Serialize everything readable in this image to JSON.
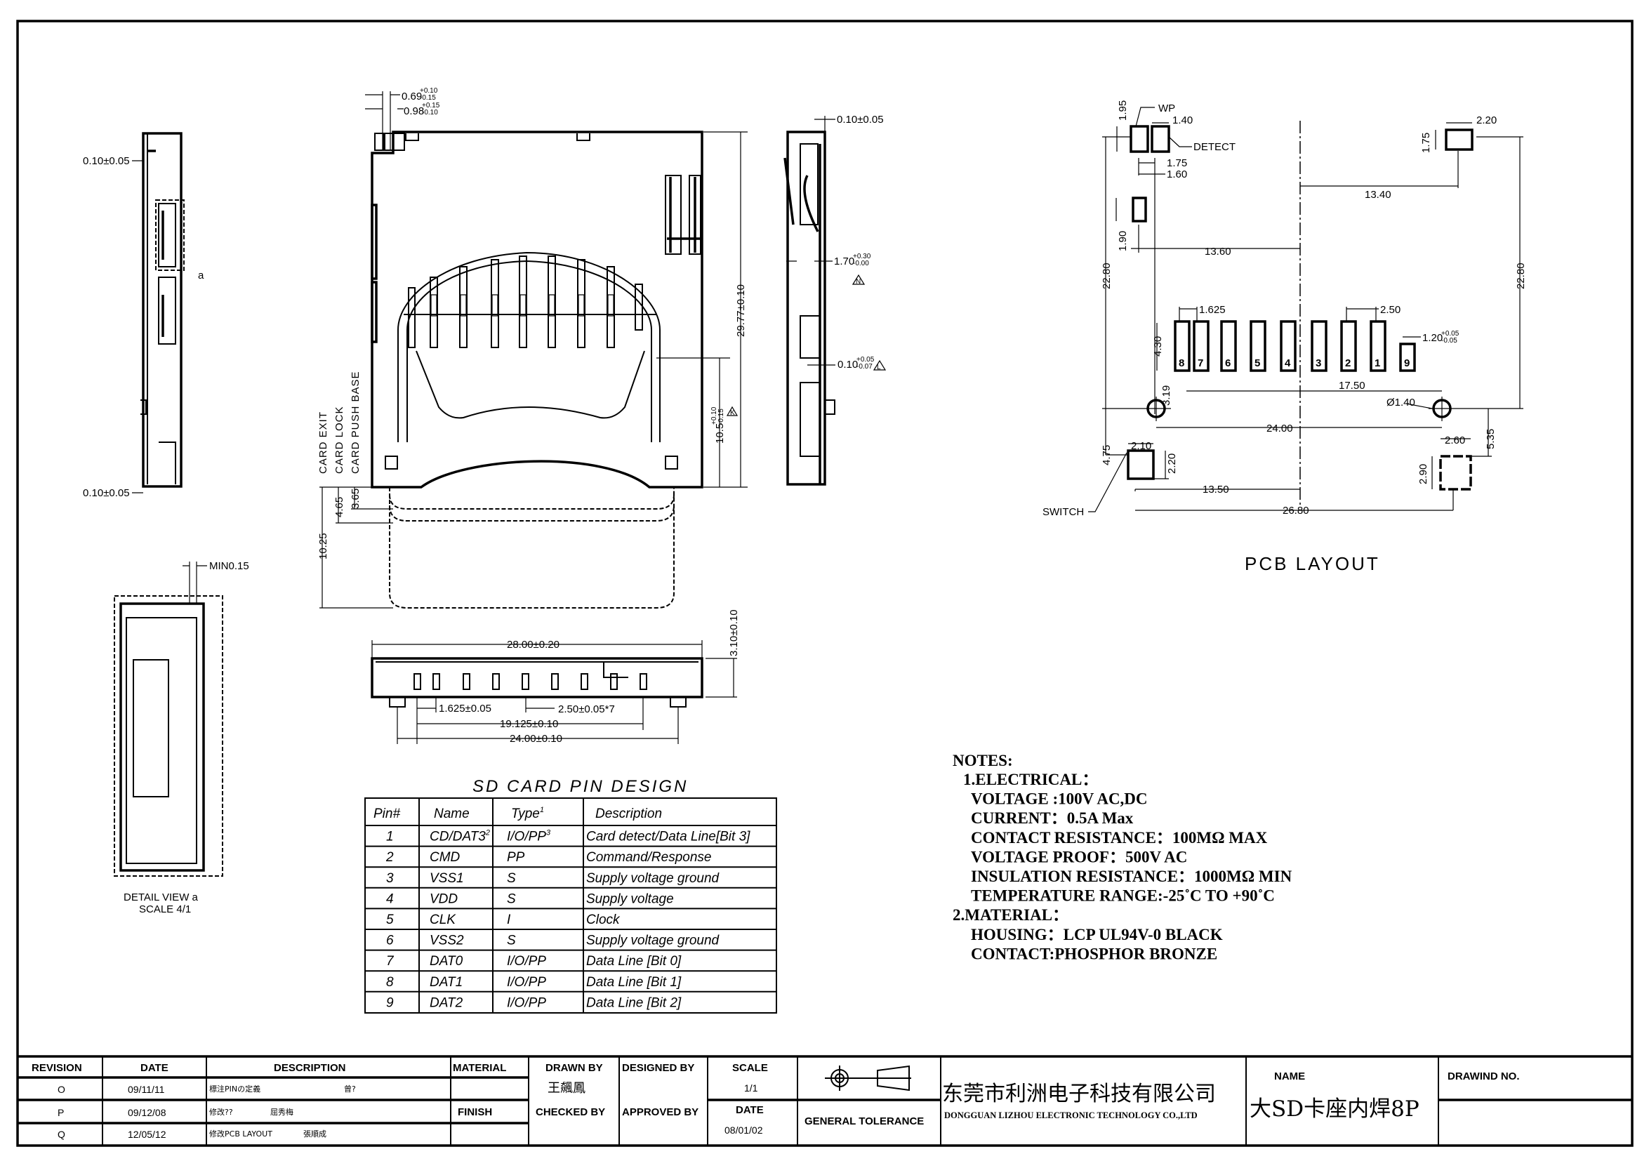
{
  "top_view": {
    "dim_069": "0.69",
    "dim_069_tol_plus": "+0.10",
    "dim_069_tol_minus": "-0.15",
    "dim_098": "0.98",
    "dim_098_tol_plus": "+0.15",
    "dim_098_tol_minus": "-0.10",
    "dim_height": "29.77±0.10",
    "dim_105": "10.5",
    "dim_105_tol_plus": "+0.10",
    "dim_105_tol_minus": "-0.15",
    "dim_105_mark": "K",
    "card_exit": "CARD EXIT",
    "card_lock": "CARD LOCK",
    "card_push_base": "CARD PUSH BASE",
    "dim_1025": "10.25",
    "dim_465": "4.65",
    "dim_365": "3.65"
  },
  "right_view": {
    "dim_top": "0.10±0.05",
    "dim_170": "1.70",
    "dim_170_tol_plus": "+0.30",
    "dim_170_tol_minus": "-0.00",
    "dim_170_mark": "N",
    "dim_010": "0.10",
    "dim_010_tol_plus": "+0.05",
    "dim_010_tol_minus": "-0.07",
    "dim_010_mark": "L"
  },
  "left_view": {
    "dim_top": "0.10±0.05",
    "dim_bottom": "0.10±0.05",
    "detail_marker": "a"
  },
  "detail_view": {
    "dim_min": "MIN0.15",
    "title": "DETAIL VIEW a",
    "scale": "SCALE 4/1"
  },
  "bottom_view": {
    "dim_width": "28.00±0.20",
    "dim_height": "3.10±0.10",
    "dim_pitch1": "1.625±0.05",
    "dim_pitch2": "2.50±0.05*7",
    "dim_span": "19.125±0.10",
    "dim_holes": "24.00±0.10"
  },
  "pin_table": {
    "title": "SD CARD PIN DESIGN",
    "headers": {
      "pin": "Pin#",
      "name": "Name",
      "type": "Type",
      "type_sup": "1",
      "description": "Description"
    },
    "rows": [
      {
        "pin": "1",
        "name": "CD/DAT3",
        "name_sup": "2",
        "type": "I/O/PP",
        "type_sup": "3",
        "description": "Card detect/Data Line[Bit 3]"
      },
      {
        "pin": "2",
        "name": "CMD",
        "type": "PP",
        "description": "Command/Response"
      },
      {
        "pin": "3",
        "name": "VSS1",
        "type": "S",
        "description": "Supply voltage ground"
      },
      {
        "pin": "4",
        "name": "VDD",
        "type": "S",
        "description": "Supply voltage"
      },
      {
        "pin": "5",
        "name": "CLK",
        "type": "I",
        "description": "Clock"
      },
      {
        "pin": "6",
        "name": "VSS2",
        "type": "S",
        "description": "Supply voltage ground"
      },
      {
        "pin": "7",
        "name": "DAT0",
        "type": "I/O/PP",
        "description": "Data Line [Bit 0]"
      },
      {
        "pin": "8",
        "name": "DAT1",
        "type": "I/O/PP",
        "description": "Data Line [Bit 1]"
      },
      {
        "pin": "9",
        "name": "DAT2",
        "type": "I/O/PP",
        "description": "Data Line [Bit 2]"
      }
    ]
  },
  "notes": {
    "title": "NOTES:",
    "lines": [
      "1.ELECTRICAL：",
      "VOLTAGE :100V AC,DC",
      "CURRENT：0.5A Max",
      "CONTACT RESISTANCE：100MΩ MAX",
      "VOLTAGE PROOF：500V AC",
      "INSULATION RESISTANCE：1000MΩ MIN",
      "TEMPERATURE RANGE:-25˚C TO +90˚C",
      "2.MATERIAL：",
      "HOUSING：LCP UL94V-0 BLACK",
      "CONTACT:PHOSPHOR BRONZE"
    ]
  },
  "pcb_layout": {
    "title": "PCB LAYOUT",
    "wp": "WP",
    "detect": "DETECT",
    "switch": "SWITCH",
    "d195": "1.95",
    "d140": "1.40",
    "d175a": "1.75",
    "d160": "1.60",
    "d190": "1.90",
    "d1360": "13.60",
    "d1340": "13.40",
    "d220a": "2.20",
    "d175b": "1.75",
    "d2280a": "22.80",
    "d2280b": "22.80",
    "d1625": "1.625",
    "d250": "2.50",
    "d120": "1.20",
    "d120_tol_plus": "+0.05",
    "d120_tol_minus": "-0.05",
    "d430": "4.30",
    "d319": "3.19",
    "d1750": "17.50",
    "d_hole": "Ø1.40",
    "d2400": "24.00",
    "d475": "4.75",
    "d210": "2.10",
    "d220b": "2.20",
    "d1350": "13.50",
    "d2680": "26.80",
    "d260": "2.60",
    "d290": "2.90",
    "d535": "5.35",
    "pad_numbers": [
      "8",
      "7",
      "6",
      "5",
      "4",
      "3",
      "2",
      "1",
      "9"
    ]
  },
  "title_block": {
    "headers": {
      "revision": "REVISION",
      "date": "DATE",
      "description": "DESCRIPTION",
      "material": "MATERIAL",
      "finish": "FINISH",
      "drawn_by": "DRAWN BY",
      "designed_by": "DESIGNED BY",
      "checked_by": "CHECKED BY",
      "approved_by": "APPROVED BY",
      "scale": "SCALE",
      "date2": "DATE",
      "general_tolerance": "GENERAL TOLERANCE",
      "name": "NAME",
      "drawing_no": "DRAWIND NO."
    },
    "revisions": [
      {
        "rev": "O",
        "date": "09/11/11",
        "desc": "標注PINの定義",
        "by": "曾?"
      },
      {
        "rev": "P",
        "date": "09/12/08",
        "desc": "修改??",
        "by": "屈秀梅"
      },
      {
        "rev": "Q",
        "date": "12/05/12",
        "desc": "修改PCB LAYOUT",
        "by": "張順成"
      }
    ],
    "drawn_by": "王飆鳳",
    "scale": "1/1",
    "date": "08/01/02",
    "company_cn": "东莞市利洲电子科技有限公司",
    "company_en": "DONGGUAN LIZHOU ELECTRONIC TECHNOLOGY CO.,LTD",
    "part_name": "大SD卡座内焊8P"
  }
}
